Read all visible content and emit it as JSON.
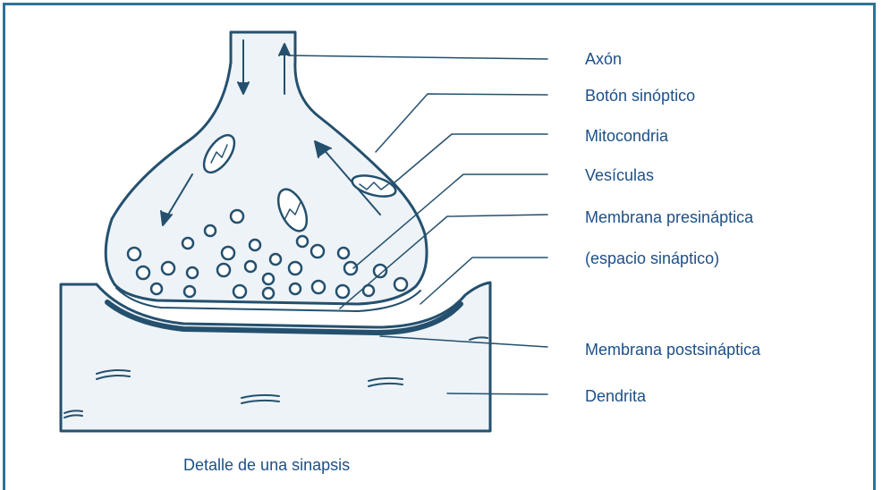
{
  "caption": "Detalle de una sinapsis",
  "labels": {
    "axon": "Axón",
    "boton": "Botón sinóptico",
    "mitocondria": "Mitocondria",
    "vesiculas": "Vesículas",
    "membrana_pre": "Membrana presináptica",
    "espacio": "(espacio sináptico)",
    "membrana_post": "Membrana postsináptica",
    "dendrita": "Dendrita"
  },
  "colors": {
    "frame": "#2e7396",
    "label_text": "#1d4f87",
    "ink": "#24506e",
    "fill": "#eef3f7"
  }
}
